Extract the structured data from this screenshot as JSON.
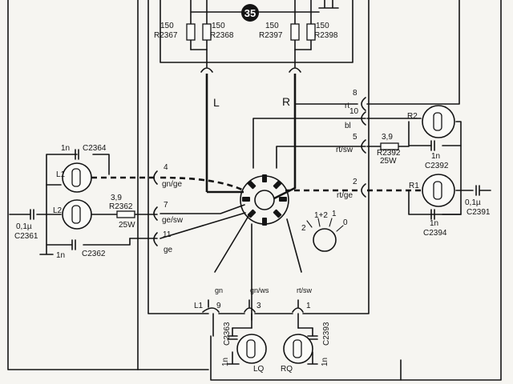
{
  "badge": "35",
  "labels": {
    "channel_left": "L",
    "channel_right": "R",
    "r2367_val": "150",
    "r2367": "R2367",
    "r2368_val": "150",
    "r2368": "R2368",
    "r2397_val": "150",
    "r2397": "R2397",
    "r2398_val": "150",
    "r2398": "R2398",
    "c2364_val": "1n",
    "c2364": "C2364",
    "l1": "L1",
    "l2": "L2",
    "r2362_val": "3,9",
    "r2362": "R2362",
    "r2362_w": "25W",
    "c2361_val": "0,1µ",
    "c2361": "C2361",
    "c2362_val": "1n",
    "c2362": "C2362",
    "pin4": "4",
    "pin4_c": "gn/ge",
    "pin7": "7",
    "pin7_c": "ge/sw",
    "pin11": "11",
    "pin11_c": "ge",
    "pin8": "8",
    "pin8_c": "rt",
    "pin10": "10",
    "pin10_c": "bl",
    "pin5": "5",
    "pin5_c": "rt/sw",
    "pin2": "2",
    "pin2_c": "rt/ge",
    "r2": "R2",
    "r1": "R1",
    "r2392_val": "3,9",
    "r2392": "R2392",
    "r2392_w": "25W",
    "c2392_val": "1n",
    "c2392": "C2392",
    "c2391_val": "0,1µ",
    "c2391": "C2391",
    "c2394_val": "1n",
    "c2394": "C2394",
    "dial_2": "2",
    "dial_12": "1+2",
    "dial_1": "1",
    "dial_0": "0",
    "pin9_c": "gn",
    "pin9_l": "L1",
    "pin9": "9",
    "pin3_c": "gn/ws",
    "pin3": "3",
    "pin1_c": "rt/sw",
    "pin1": "1",
    "c2363_val": "1n",
    "c2363": "C2363",
    "lq": "LQ",
    "c2393_val": "1n",
    "c2393": "C2393",
    "rq": "RQ"
  }
}
